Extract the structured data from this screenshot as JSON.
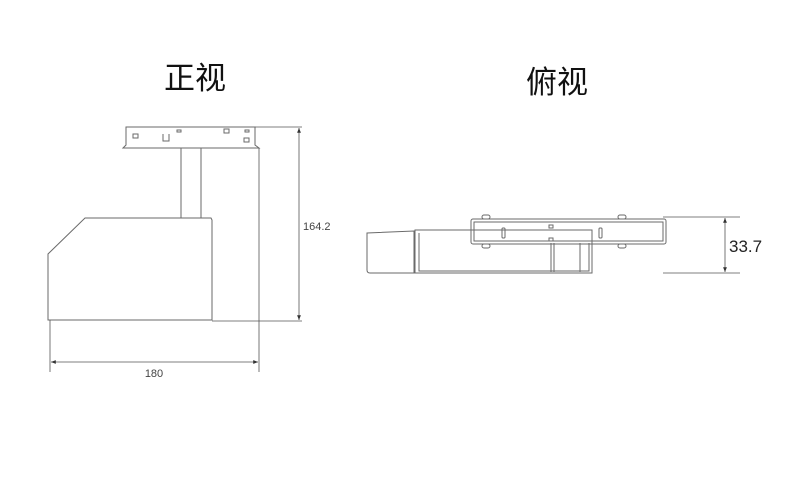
{
  "front_view": {
    "title": "正视",
    "height_label": "164.2",
    "width_label": "180"
  },
  "top_view": {
    "title": "俯视",
    "depth_label": "33.7"
  }
}
